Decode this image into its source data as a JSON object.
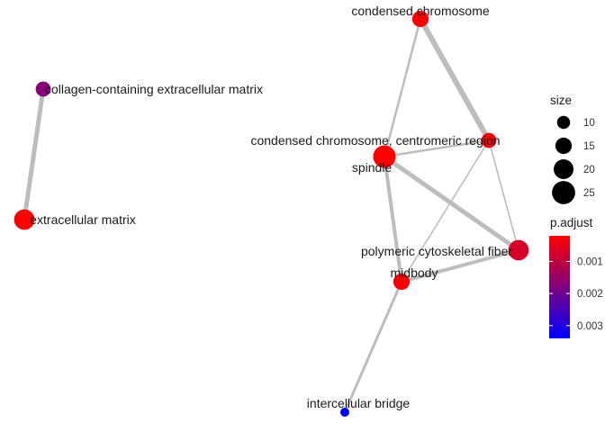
{
  "chart_data": {
    "type": "network",
    "nodes": [
      {
        "id": "condensed chromosome",
        "label": "condensed chromosome",
        "size": 15,
        "p_adjust": 0.00025
      },
      {
        "id": "collagen-containing extracellular matrix",
        "label": "collagen-containing extracellular matrix",
        "size": 13,
        "p_adjust": 0.0017
      },
      {
        "id": "condensed chromosome, centromeric region",
        "label": "condensed chromosome, centromeric region",
        "size": 13,
        "p_adjust": 0.0003
      },
      {
        "id": "spindle",
        "label": "spindle",
        "size": 24,
        "p_adjust": 0.0002
      },
      {
        "id": "extracellular matrix",
        "label": "extracellular matrix",
        "size": 21,
        "p_adjust": 0.0002
      },
      {
        "id": "polymeric cytoskeletal fiber",
        "label": "polymeric cytoskeletal fiber",
        "size": 21,
        "p_adjust": 0.0007
      },
      {
        "id": "midbody",
        "label": "midbody",
        "size": 15,
        "p_adjust": 0.0003
      },
      {
        "id": "intercellular bridge",
        "label": "intercellular bridge",
        "size": 4,
        "p_adjust": 0.0034
      }
    ],
    "edges": [
      {
        "source": "condensed chromosome",
        "target": "condensed chromosome, centromeric region",
        "weight": 6
      },
      {
        "source": "condensed chromosome",
        "target": "spindle",
        "weight": 2.5
      },
      {
        "source": "condensed chromosome, centromeric region",
        "target": "spindle",
        "weight": 2.5
      },
      {
        "source": "condensed chromosome, centromeric region",
        "target": "midbody",
        "weight": 1.6
      },
      {
        "source": "condensed chromosome, centromeric region",
        "target": "polymeric cytoskeletal fiber",
        "weight": 1.6
      },
      {
        "source": "spindle",
        "target": "polymeric cytoskeletal fiber",
        "weight": 5
      },
      {
        "source": "spindle",
        "target": "midbody",
        "weight": 4
      },
      {
        "source": "midbody",
        "target": "polymeric cytoskeletal fiber",
        "weight": 4
      },
      {
        "source": "midbody",
        "target": "intercellular bridge",
        "weight": 3
      },
      {
        "source": "collagen-containing extracellular matrix",
        "target": "extracellular matrix",
        "weight": 5
      }
    ],
    "legend": {
      "size": {
        "title": "size",
        "breaks": [
          10,
          15,
          20,
          25
        ]
      },
      "color": {
        "title": "p.adjust",
        "breaks": [
          0.001,
          0.002,
          0.003
        ],
        "break_labels": [
          "0.001",
          "0.002",
          "0.003"
        ],
        "low_color": "#ff0000",
        "high_color": "#0000ff",
        "range": [
          0.0002,
          0.0034
        ]
      }
    }
  }
}
